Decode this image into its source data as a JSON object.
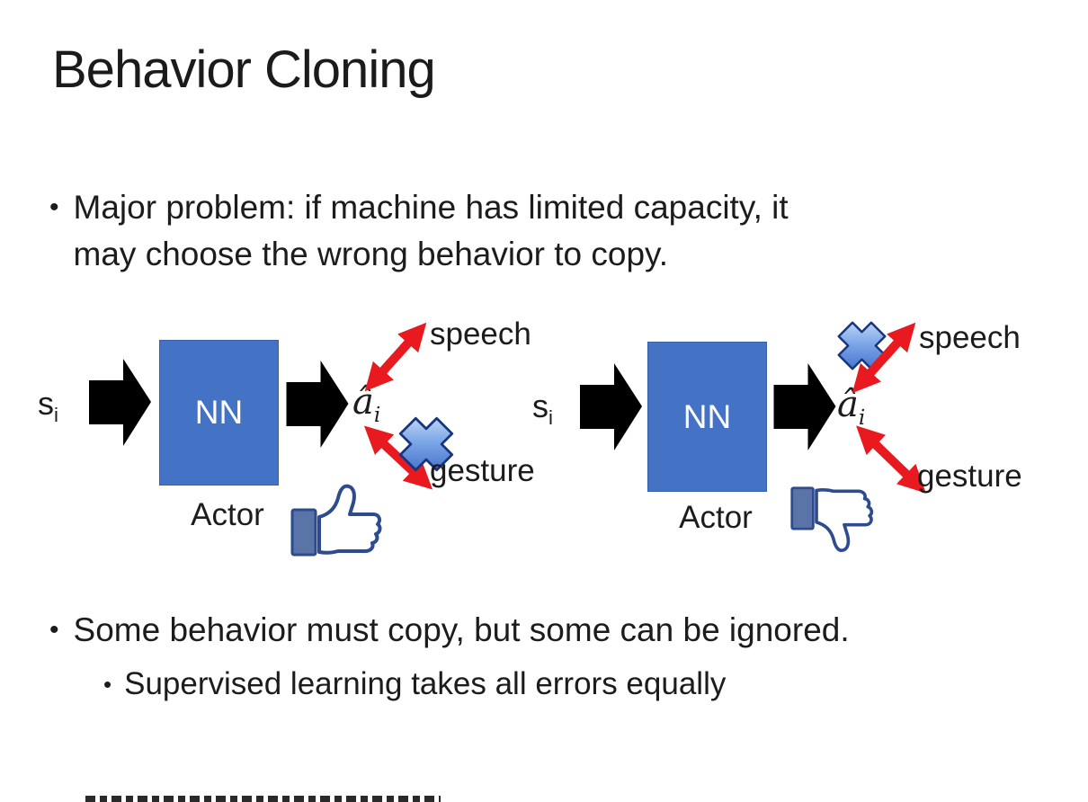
{
  "bullet_char": "•",
  "title": "Behavior Cloning",
  "bullet1": {
    "line1": "Major problem: if machine has limited capacity, it",
    "line2": "may choose the wrong behavior to copy."
  },
  "bullet2": {
    "text": "Some behavior must copy, but some can be ignored."
  },
  "bullet2_sub": {
    "text": "Supervised learning takes all errors equally"
  },
  "diagram_left": {
    "input_label": "s",
    "input_subscript": "i",
    "nn_label": "NN",
    "output_label": "â",
    "output_subscript": "i",
    "speech_label": "speech",
    "gesture_label": "gesture",
    "actor_label": "Actor",
    "crossed_out_action": "gesture",
    "feedback_icon": "thumbs-up"
  },
  "diagram_right": {
    "input_label": "s",
    "input_subscript": "i",
    "nn_label": "NN",
    "output_label": "â",
    "output_subscript": "i",
    "speech_label": "speech",
    "gesture_label": "gesture",
    "actor_label": "Actor",
    "crossed_out_action": "speech",
    "feedback_icon": "thumbs-down"
  },
  "colors": {
    "nn_box_blue": "#4472C4",
    "block_arrow_black": "#000000",
    "action_arrow_red": "#E8191F",
    "cross_blue": "#3D6FD0",
    "thumb_outline_navy": "#2E4B8F",
    "thumb_sleeve_blue": "#5B74A8"
  }
}
